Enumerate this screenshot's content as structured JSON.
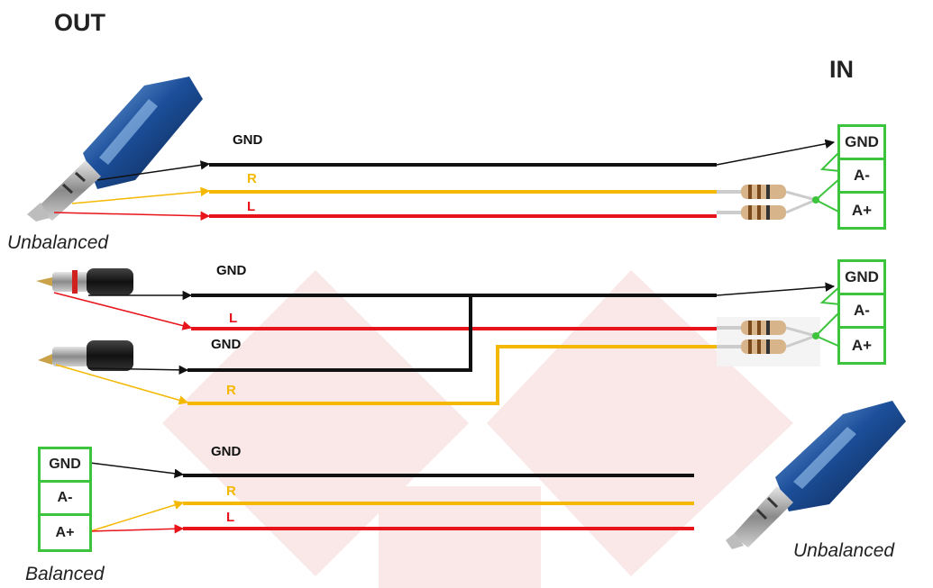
{
  "headings": {
    "out": "OUT",
    "in": "IN"
  },
  "captions": {
    "unbalanced_out": "Unbalanced",
    "unbalanced_in": "Unbalanced",
    "balanced_out": "Balanced"
  },
  "wire_labels": {
    "top_gnd": "GND",
    "top_r": "R",
    "top_l": "L",
    "mid_gnd1": "GND",
    "mid_l": "L",
    "mid_gnd2": "GND",
    "mid_r": "R",
    "bot_gnd": "GND",
    "bot_r": "R",
    "bot_l": "L"
  },
  "terminal_in_1": [
    "GND",
    "A-",
    "A+"
  ],
  "terminal_in_2": [
    "GND",
    "A-",
    "A+"
  ],
  "terminal_out_balanced": [
    "GND",
    "A-",
    "A+"
  ],
  "colors": {
    "gnd": "#111111",
    "right": "#f5b800",
    "left": "#e8141b",
    "terminal_border": "#3cc43c",
    "watermark": "#f6d6d6"
  }
}
